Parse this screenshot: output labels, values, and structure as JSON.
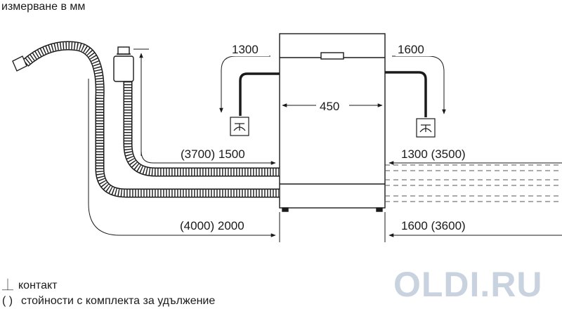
{
  "units_caption": "измерване в мм",
  "dimensions": {
    "left_top_hose": "1300",
    "right_top_hose": "1600",
    "appliance_width": "450",
    "left_upper_hose": "(3700) 1500",
    "right_upper_hose": "1300 (3500)",
    "left_lower_hose": "(4000) 2000",
    "right_lower_hose": "1600 (3600)"
  },
  "legend": {
    "contact_symbol": "⏊",
    "contact_label": "контакт",
    "parentheses_symbol": "( )",
    "parentheses_label": "стойности с комплекта за удължение"
  },
  "watermark": "OLDI.RU"
}
